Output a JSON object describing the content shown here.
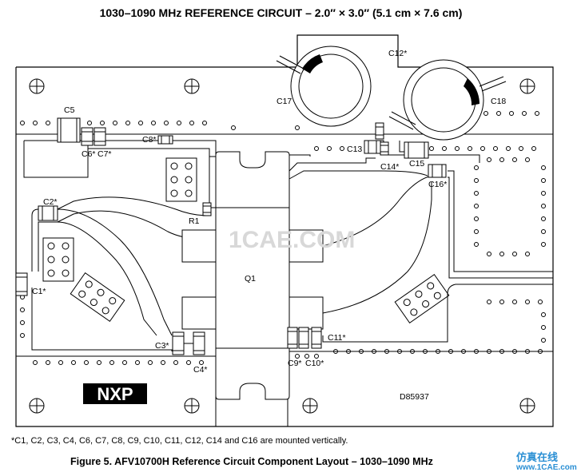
{
  "title": "1030–1090 MHz REFERENCE CIRCUIT – 2.0″ × 3.0″ (5.1 cm × 7.6 cm)",
  "footnote": "*C1, C2, C3, C4, C6, C7, C8, C9, C10, C11, C12, C14 and C16 are mounted vertically.",
  "caption": "Figure 5. AFV10700H Reference Circuit Component Layout – 1030–1090 MHz",
  "drawing_id": "D85937",
  "logo_text": "NXP",
  "watermark": "1CAE.COM",
  "watermark_cae": "仿真在线",
  "watermark_url": "www.1CAE.com",
  "labels": {
    "c5": "C5",
    "c6": "C6*",
    "c7": "C7*",
    "c8": "C8*",
    "r1": "R1",
    "c2": "C2*",
    "c1": "C1*",
    "c3": "C3*",
    "c4": "C4*",
    "q1": "Q1",
    "c17": "C17",
    "c18": "C18",
    "c12": "C12*",
    "c13": "C13",
    "c14": "C14*",
    "c15": "C15",
    "c16": "C16*",
    "c9": "C9*",
    "c10": "C10*",
    "c11": "C11*"
  }
}
